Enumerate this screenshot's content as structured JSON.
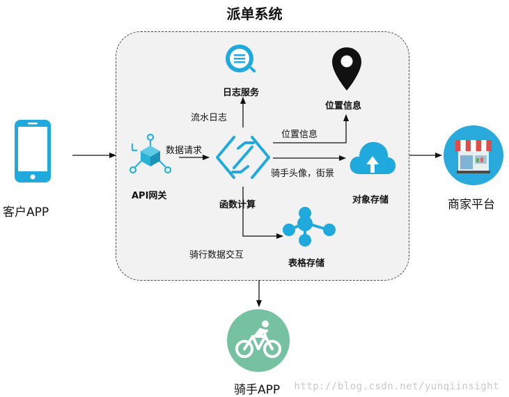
{
  "title": "派单系统",
  "nodes": {
    "customer_app": "客户APP",
    "api_gateway": "API网关",
    "function_compute": "函数计算",
    "log_service": "日志服务",
    "location_info": "位置信息",
    "object_storage": "对象存储",
    "table_storage": "表格存储",
    "merchant_platform": "商家平台",
    "rider_app": "骑手APP"
  },
  "edges": {
    "data_request": "数据请求",
    "stream_log": "流水日志",
    "location_info": "位置信息",
    "rider_avatar_street": "骑手头像，街景",
    "rider_data_interaction": "骑行数据交互"
  },
  "watermark": "http://blog.csdn.net/yunqiinsight",
  "colors": {
    "cyan": "#1fa9dc",
    "api": "#27b3d6",
    "teal_circle": "#76c1a1",
    "pin": "#111111",
    "merchant_circle": "#29a9dc"
  }
}
